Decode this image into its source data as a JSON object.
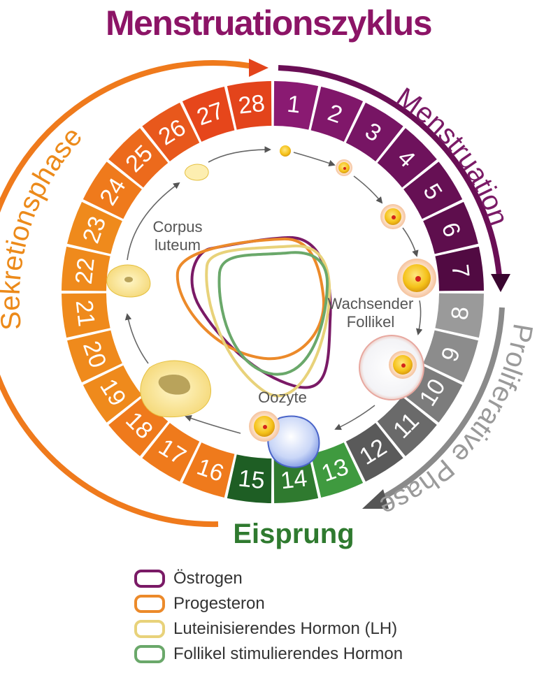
{
  "title": "Menstruationszyklus",
  "days": [
    "1",
    "2",
    "3",
    "4",
    "5",
    "6",
    "7",
    "8",
    "9",
    "10",
    "11",
    "12",
    "13",
    "14",
    "15",
    "16",
    "17",
    "18",
    "19",
    "20",
    "21",
    "22",
    "23",
    "24",
    "25",
    "26",
    "27",
    "28"
  ],
  "phases": {
    "menstruation": "Menstruation",
    "proliferative": "Proliferative Phase",
    "ovulation": "Eisprung",
    "secretion": "Sekretionsphase"
  },
  "labels": {
    "corpus_luteum_line1": "Corpus",
    "corpus_luteum_line2": "luteum",
    "follicle_line1": "Wachsender",
    "follicle_line2": "Follikel",
    "oocyte": "Oozyte"
  },
  "legend": [
    {
      "label": "Östrogen",
      "color": "#7a1a66"
    },
    {
      "label": "Progesteron",
      "color": "#ec8a2a"
    },
    {
      "label": "Luteinisierendes Hormon (LH)",
      "color": "#e8d27a"
    },
    {
      "label": "Follikel stimulierendes Hormon",
      "color": "#6aa86a"
    }
  ],
  "colors": {
    "title": "#8c1466",
    "menstruation": "#7a1a66",
    "proliferative": "#7f7f7f",
    "ovulation": "#2f7a2f",
    "secretion": "#ec8a1a"
  }
}
